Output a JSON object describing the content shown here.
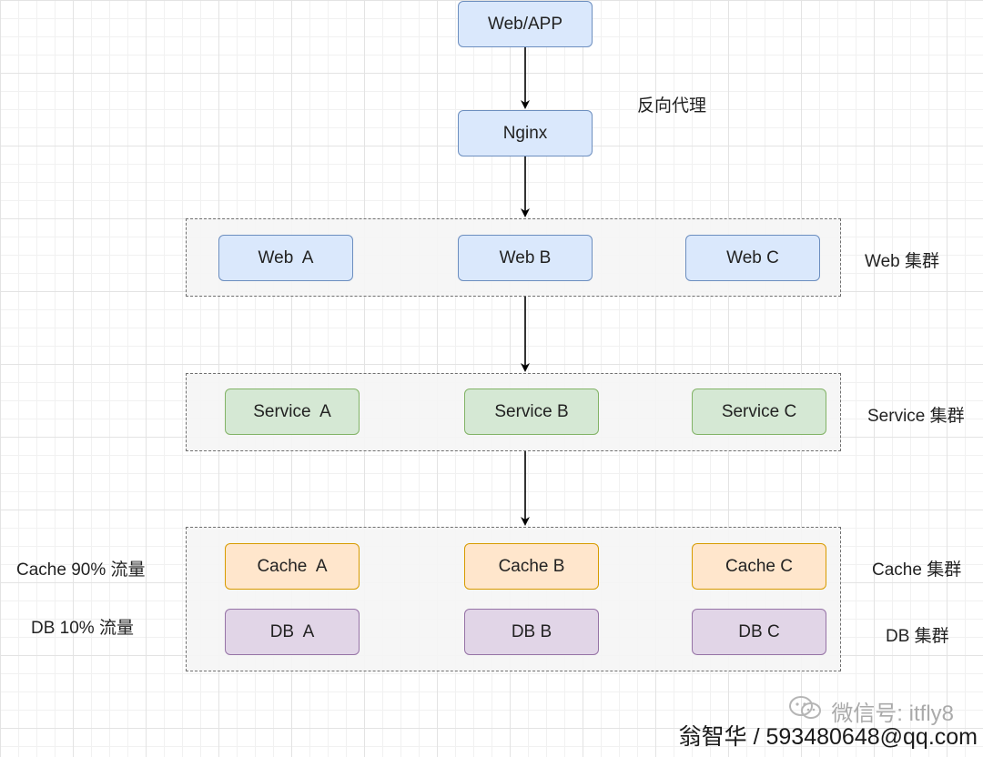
{
  "nodes": {
    "web_app": "Web/APP",
    "nginx": "Nginx",
    "web_a": "Web  A",
    "web_b": "Web B",
    "web_c": "Web C",
    "service_a": "Service  A",
    "service_b": "Service B",
    "service_c": "Service C",
    "cache_a": "Cache  A",
    "cache_b": "Cache B",
    "cache_c": "Cache C",
    "db_a": "DB  A",
    "db_b": "DB B",
    "db_c": "DB C"
  },
  "labels": {
    "reverse_proxy": "反向代理",
    "web_cluster": "Web 集群",
    "service_cluster": "Service 集群",
    "cache_cluster": "Cache 集群",
    "db_cluster": "DB 集群",
    "cache_traffic": "Cache 90% 流量",
    "db_traffic": "DB 10% 流量"
  },
  "watermark": {
    "wechat": "微信号: itfly8",
    "author": "翁智华 / 593480648@qq.com"
  },
  "colors": {
    "web": "#dae8fc",
    "service": "#d5e8d4",
    "cache": "#ffe6cc",
    "db": "#e1d5e7"
  }
}
